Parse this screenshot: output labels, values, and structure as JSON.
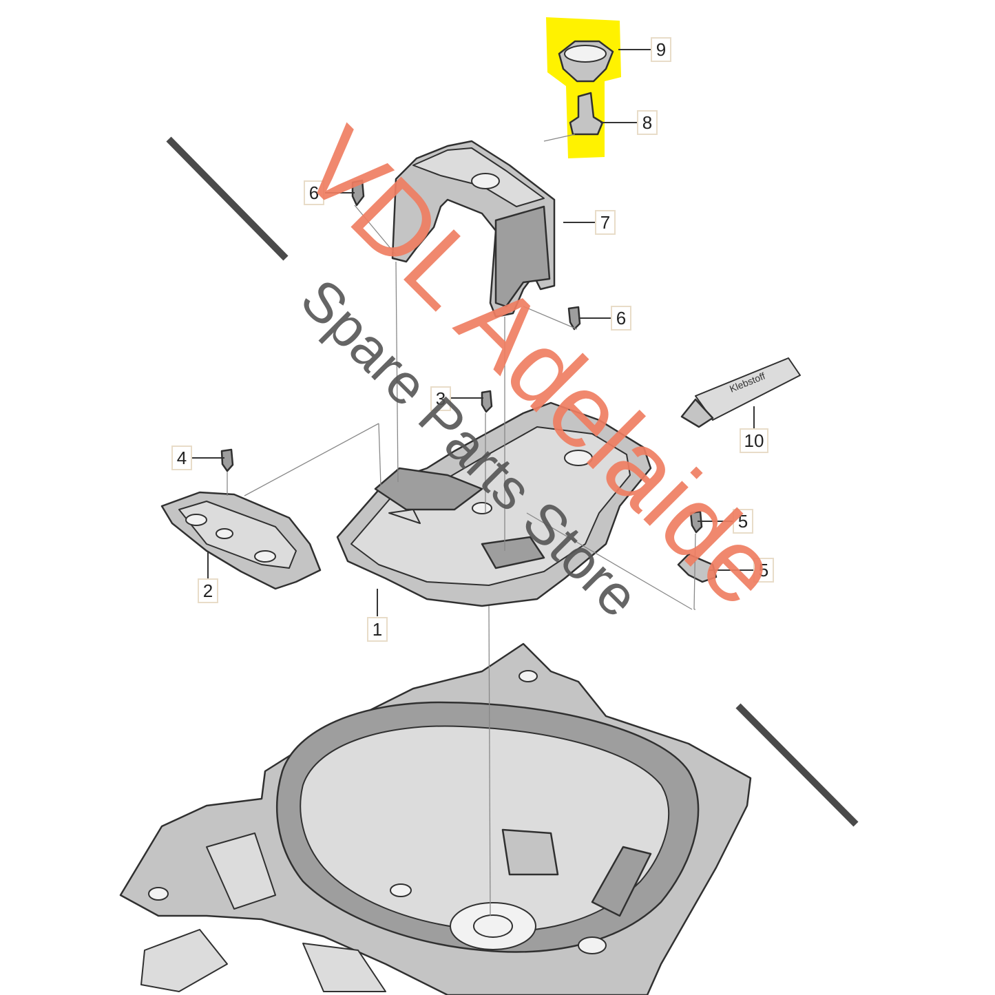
{
  "diagram": {
    "highlight_color": "#fff200",
    "callouts": [
      {
        "id": "c1",
        "label": "1"
      },
      {
        "id": "c2",
        "label": "2"
      },
      {
        "id": "c3",
        "label": "3"
      },
      {
        "id": "c4",
        "label": "4"
      },
      {
        "id": "c5a",
        "label": "5"
      },
      {
        "id": "c5b",
        "label": "5"
      },
      {
        "id": "c6a",
        "label": "6"
      },
      {
        "id": "c6b",
        "label": "6"
      },
      {
        "id": "c7",
        "label": "7"
      },
      {
        "id": "c8",
        "label": "8"
      },
      {
        "id": "c9",
        "label": "9"
      },
      {
        "id": "c10",
        "label": "10"
      }
    ],
    "tube_label": "Klebstoff"
  },
  "watermark": {
    "brand_line": "VDL Adelaide",
    "store_line": "Spare Parts Store",
    "brand_color": "#ef7e62",
    "store_color": "#555555"
  }
}
